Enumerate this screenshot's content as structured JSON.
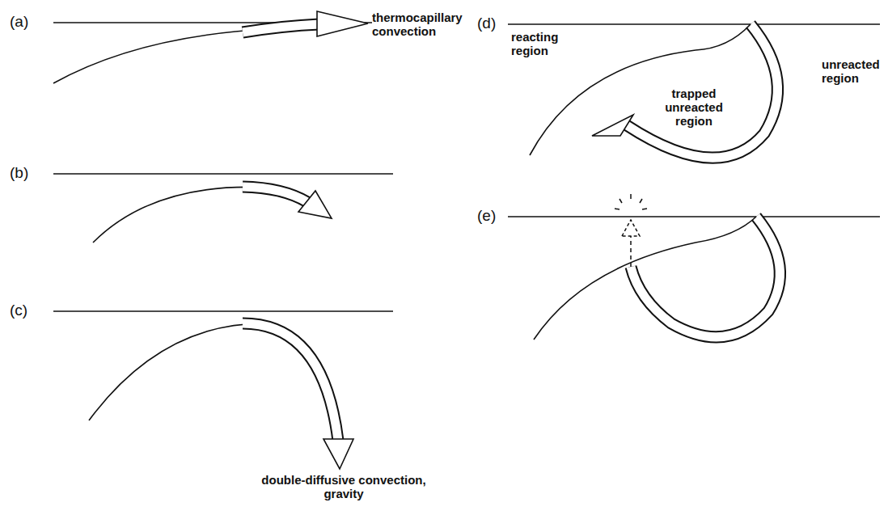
{
  "diagram": {
    "labels": [
      "(a)",
      "thermocapillary convection",
      "(b)",
      "(c)",
      "double-diffusive convection, gravity",
      "(d)",
      "reacting region",
      "trapped unreacted region",
      "unreacted region",
      "(e)"
    ]
  }
}
